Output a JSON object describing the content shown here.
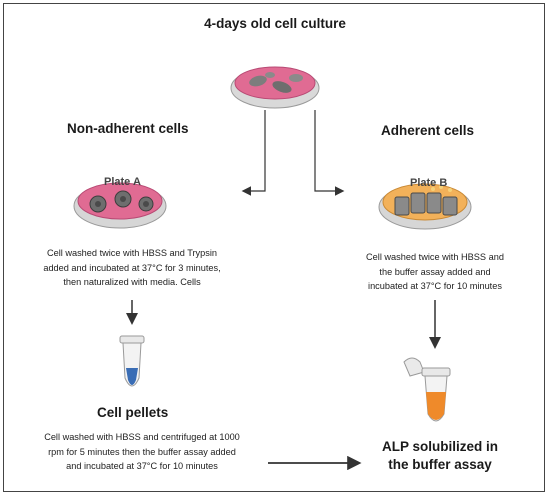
{
  "title": "4-days old cell culture",
  "left_branch": {
    "heading": "Non-adherent cells",
    "plate_label": "Plate A",
    "steps": [
      "Cell washed twice with HBSS and Trypsin",
      "added and incubated at 37°C for 3 minutes,",
      "then naturalized with media. Cells"
    ],
    "result_heading": "Cell pellets",
    "result_steps": [
      "Cell washed with HBSS and centrifuged at 1000",
      "rpm for 5 minutes then the buffer assay added",
      "and incubated at 37°C for 10 minutes"
    ]
  },
  "right_branch": {
    "heading": "Adherent cells",
    "plate_label": "Plate B",
    "steps": [
      "Cell washed twice with HBSS and",
      "the buffer assay added and",
      "incubated at 37°C for 10 minutes"
    ]
  },
  "final": {
    "lines": [
      "ALP solubilized in",
      "the buffer assay"
    ]
  },
  "colors": {
    "dish_pink": "#e06b93",
    "cells_gray": "#7d7d7d",
    "dish_orange": "#f2b15a",
    "tube_blue": "#3a6db5",
    "tube_orange": "#ef8a2a",
    "arrow": "#333333"
  }
}
